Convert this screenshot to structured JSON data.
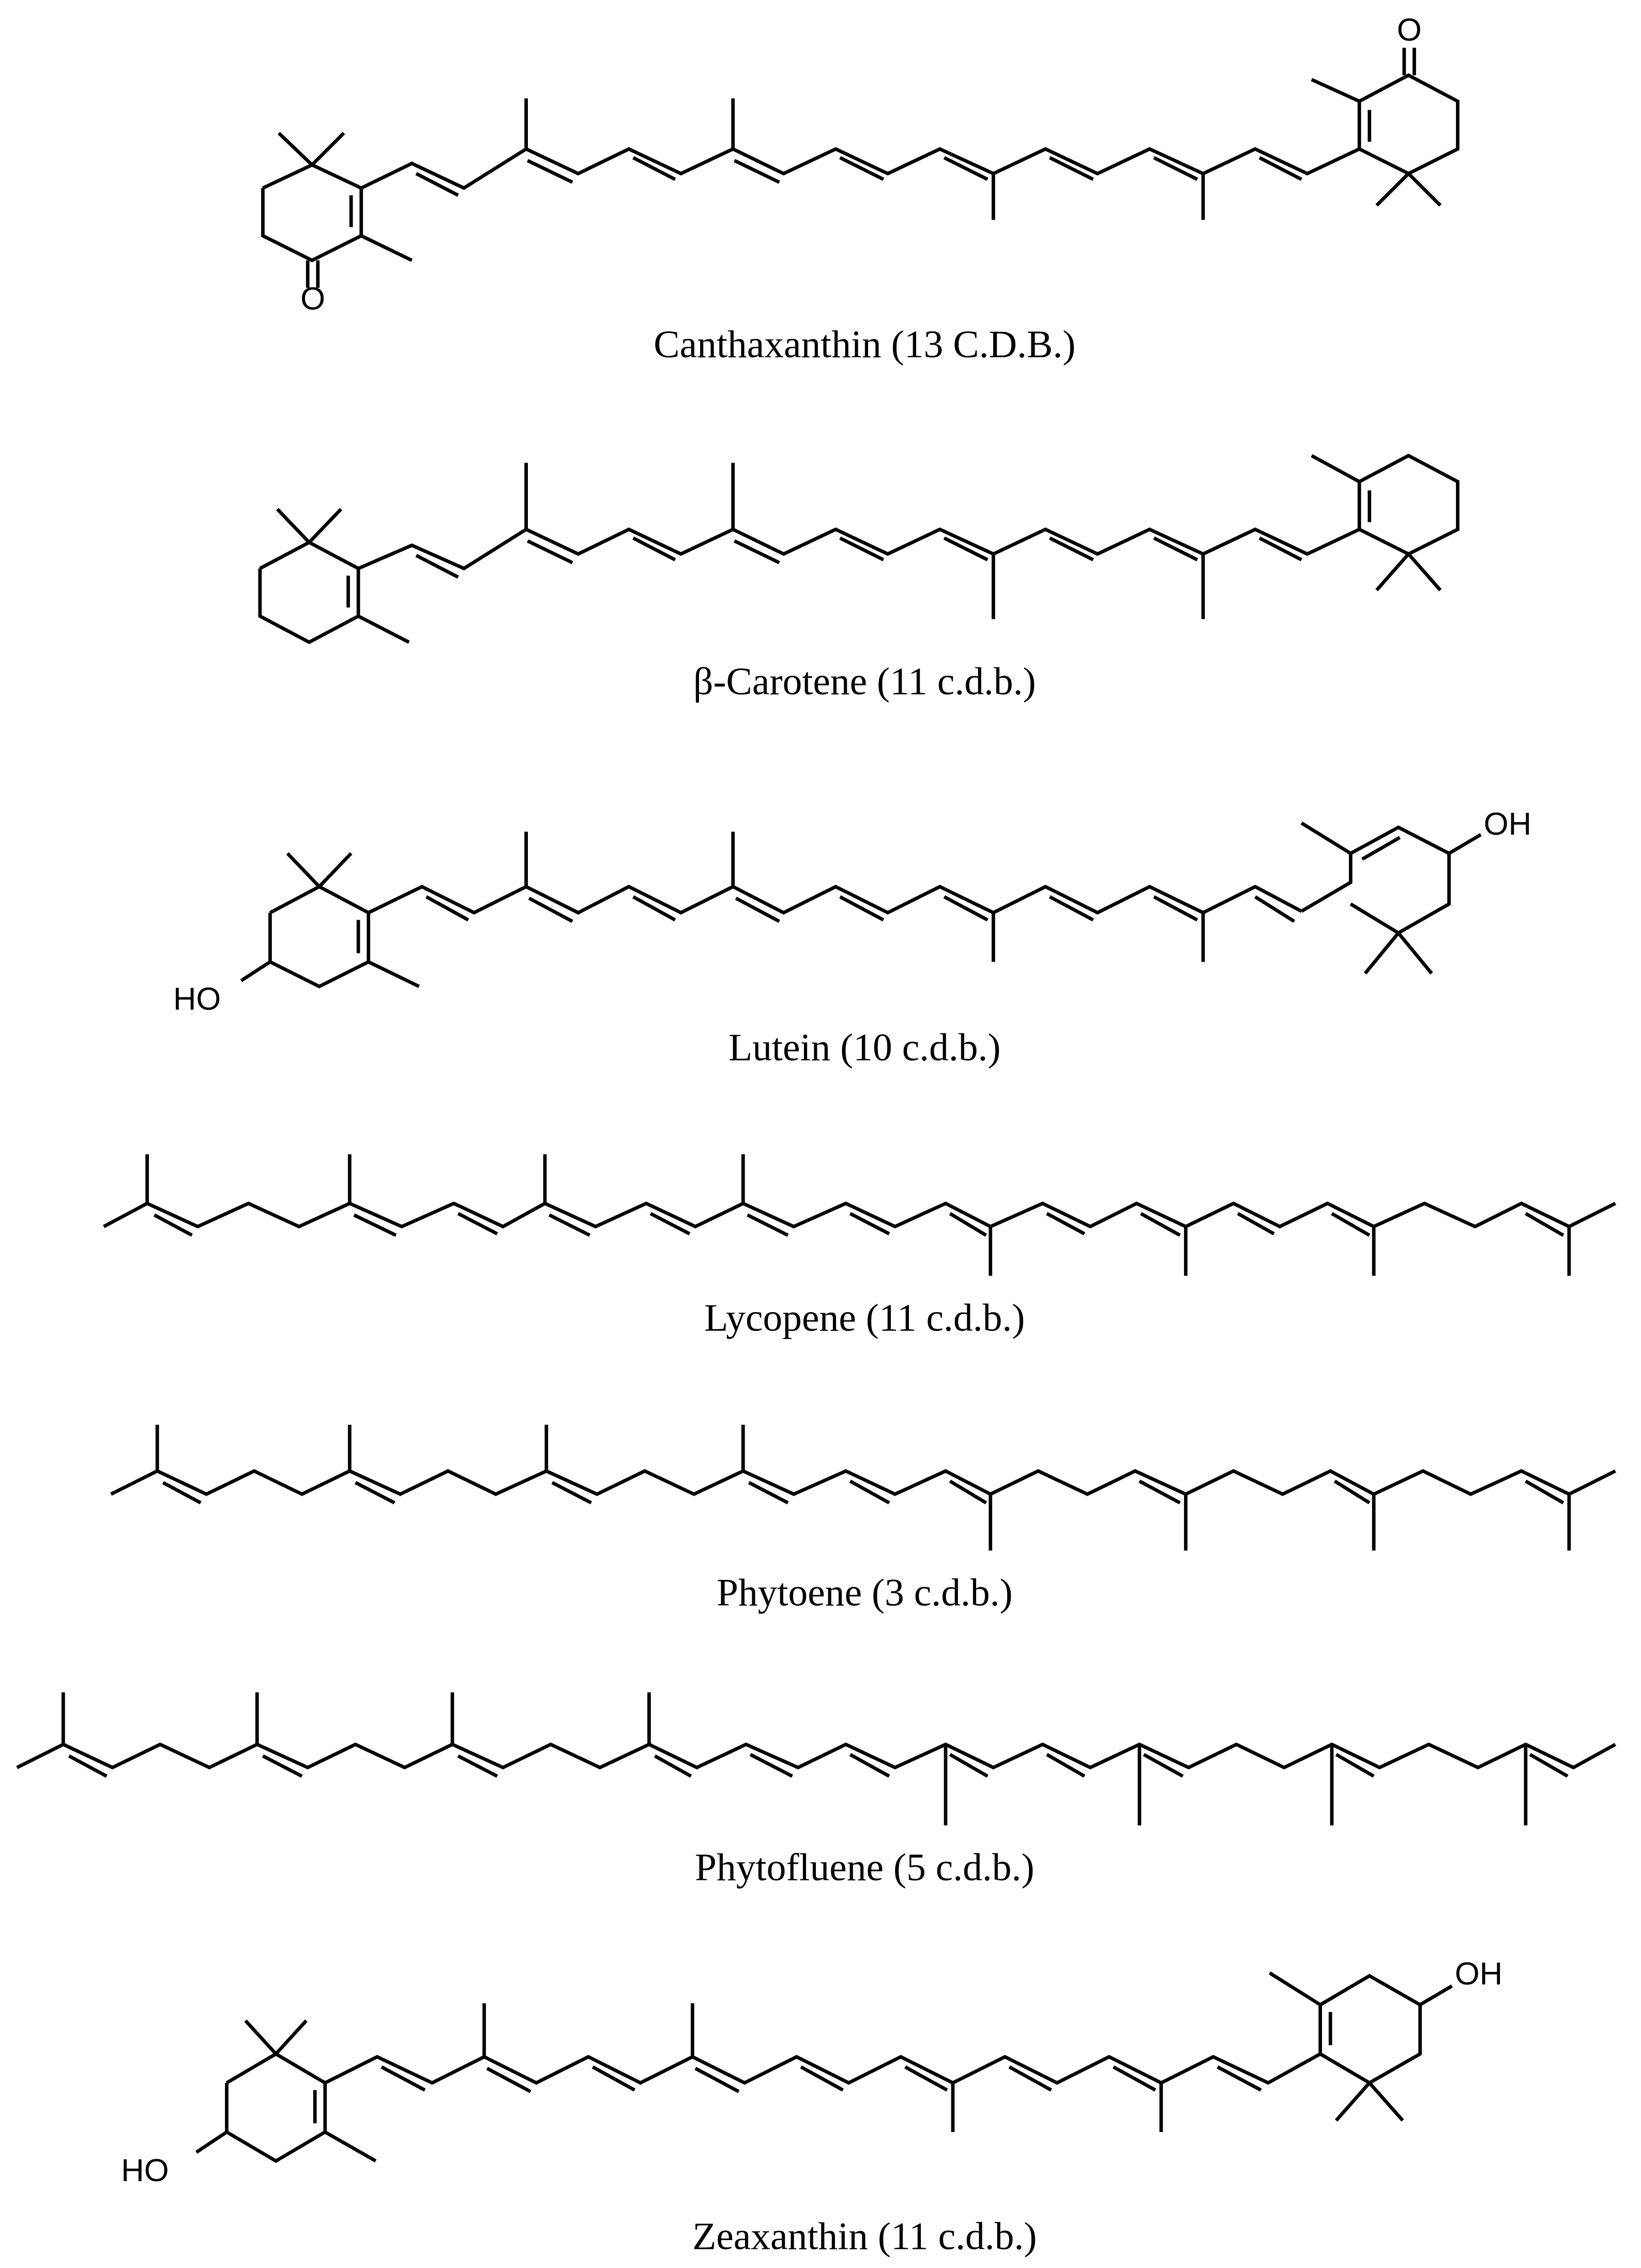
{
  "figure": {
    "background": "#ffffff",
    "line_color": "#000000",
    "molecules": [
      {
        "name": "Canthaxanthin",
        "caption": "Canthaxanthin (13 C.D.B.)",
        "atom_labels": [
          "O",
          "O"
        ]
      },
      {
        "name": "β-Carotene",
        "caption": "β-Carotene (11 c.d.b.)",
        "atom_labels": []
      },
      {
        "name": "Lutein",
        "caption": "Lutein (10 c.d.b.)",
        "atom_labels": [
          "HO",
          "OH"
        ]
      },
      {
        "name": "Lycopene",
        "caption": "Lycopene (11 c.d.b.)",
        "atom_labels": []
      },
      {
        "name": "Phytoene",
        "caption": "Phytoene (3 c.d.b.)",
        "atom_labels": []
      },
      {
        "name": "Phytofluene",
        "caption": "Phytofluene (5 c.d.b.)",
        "atom_labels": []
      },
      {
        "name": "Zeaxanthin",
        "caption": "Zeaxanthin (11 c.d.b.)",
        "atom_labels": [
          "HO",
          "OH"
        ]
      }
    ]
  }
}
